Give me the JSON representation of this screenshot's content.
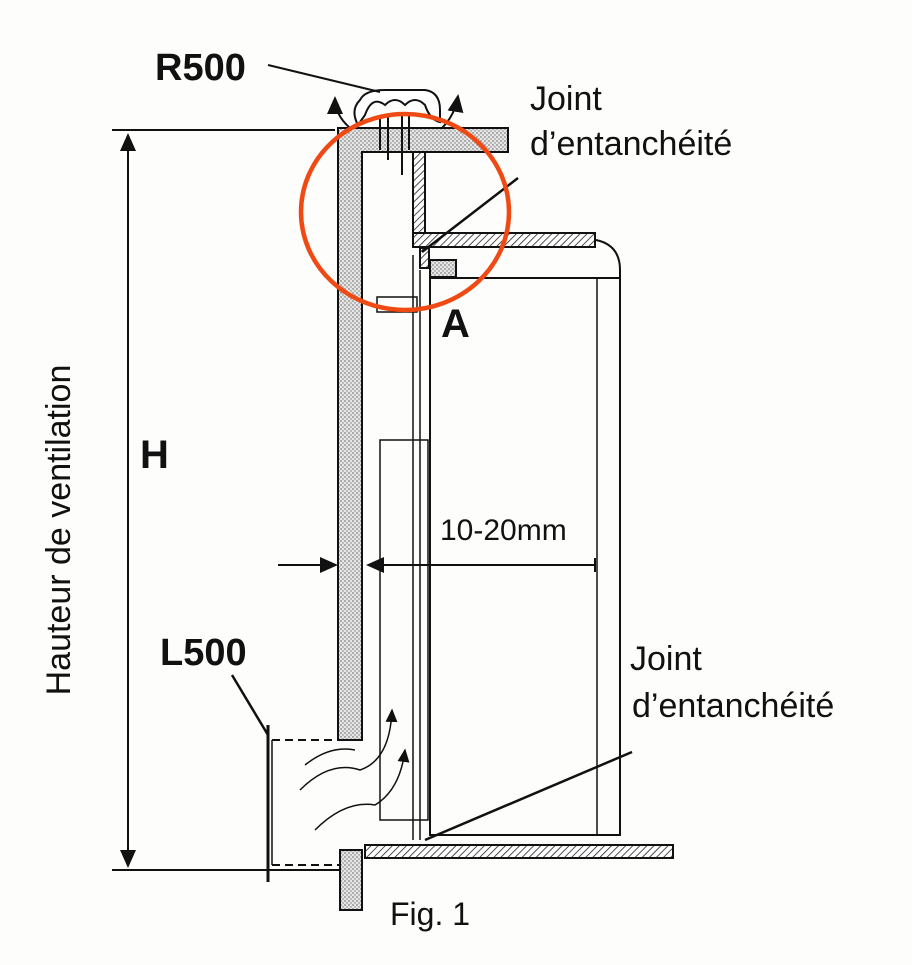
{
  "labels": {
    "top_vent": "R500",
    "seal_top_line1": "Joint",
    "seal_top_line2": "d’entanchéité",
    "point_a": "A",
    "height_symbol": "H",
    "height_caption": "Hauteur de ventilation",
    "gap": "10-20mm",
    "bottom_vent": "L500",
    "seal_bottom_line1": "Joint",
    "seal_bottom_line2": "d’entanchéité",
    "figure_caption": "Fig. 1"
  },
  "colors": {
    "highlight_circle": "#f04a14",
    "ink": "#111111"
  }
}
